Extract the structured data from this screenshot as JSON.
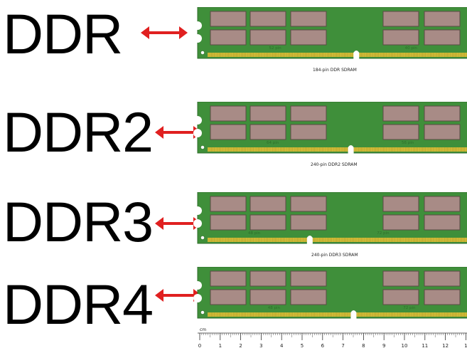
{
  "colors": {
    "pcb": "#3f8f3a",
    "pcb_edge": "#2f6e2b",
    "chip": "#a88b86",
    "chip_edge": "#5d4845",
    "pins": "#d8c23a",
    "arrow": "#e02020"
  },
  "modules": [
    {
      "label": "DDR",
      "caption": "184-pin DDR SDRAM",
      "left_pins": "52 pin",
      "right_pins": "40 pin",
      "notch_fraction": 0.58
    },
    {
      "label": "DDR2",
      "caption": "240-pin DDR2 SDRAM",
      "left_pins": "64 pin",
      "right_pins": "56 pin",
      "notch_fraction": 0.56
    },
    {
      "label": "DDR3",
      "caption": "240-pin DDR3 SDRAM",
      "left_pins": "48 pin",
      "right_pins": "72 pin",
      "notch_fraction": 0.41
    },
    {
      "label": "DDR4",
      "caption": "",
      "left_pins": "48 pin",
      "right_pins": "72 pin",
      "notch_fraction": 0.57
    }
  ],
  "ruler": {
    "unit": "cm",
    "ticks": [
      "0",
      "1",
      "2",
      "3",
      "4",
      "5",
      "6",
      "7",
      "8",
      "9",
      "10",
      "11",
      "12",
      "1"
    ]
  }
}
